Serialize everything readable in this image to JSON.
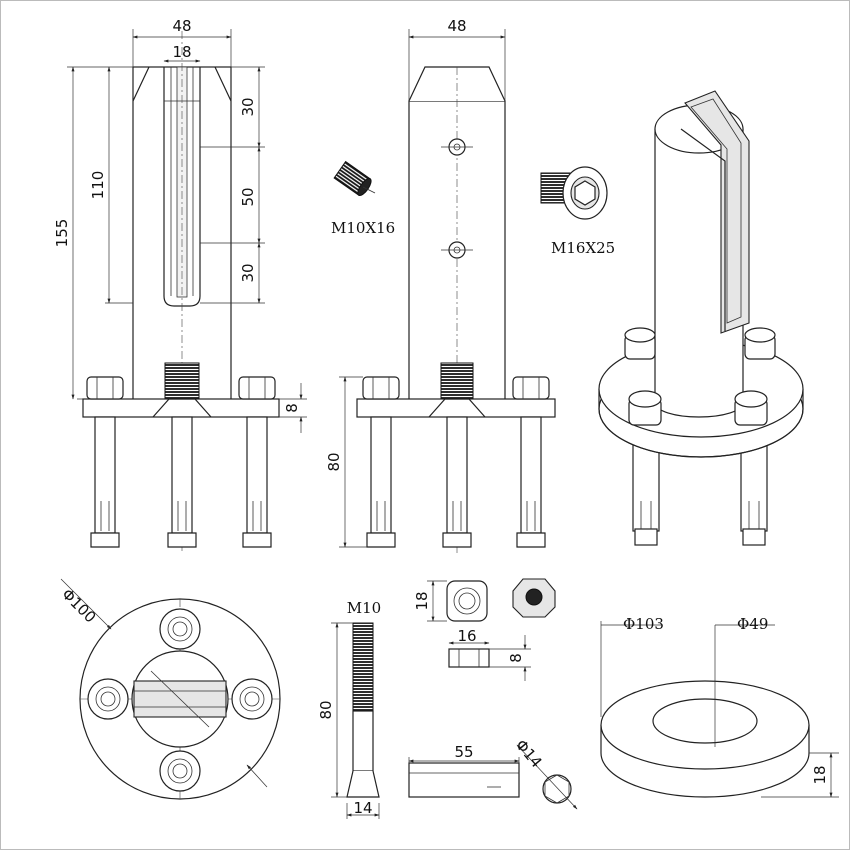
{
  "dimensions": {
    "front_width": "48",
    "slot_width": "18",
    "total_height": "155",
    "post_height": "110",
    "hole_top": "30",
    "hole_spacing": "50",
    "hole_bottom": "30",
    "plate_thickness": "8",
    "side_width": "48",
    "anchor_length": "80",
    "plate_diameter": "Φ100",
    "bolt_label": "M10",
    "bolt_length": "80",
    "bolt_width": "14",
    "nut_height": "18",
    "nut_width": "16",
    "nut_thickness": "8",
    "sleeve_length": "55",
    "sleeve_diameter": "Φ14",
    "cover_outer": "Φ103",
    "cover_inner": "Φ49",
    "cover_height": "18"
  },
  "parts": {
    "set_screw": "M10X16",
    "cap_screw": "M16X25"
  },
  "colors": {
    "line": "#222222",
    "background": "#ffffff"
  }
}
